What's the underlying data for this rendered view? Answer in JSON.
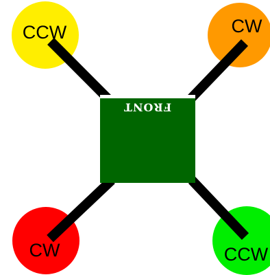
{
  "body": {
    "label": "FRONT",
    "color": "#006600"
  },
  "rotors": [
    {
      "id": "top-left",
      "label": "CCW",
      "color": "#ffee00"
    },
    {
      "id": "top-right",
      "label": "CW",
      "color": "#ff9900"
    },
    {
      "id": "bottom-left",
      "label": "CW",
      "color": "#ff0000"
    },
    {
      "id": "bottom-right",
      "label": "CCW",
      "color": "#00ee00"
    }
  ],
  "arm_color": "#000000"
}
